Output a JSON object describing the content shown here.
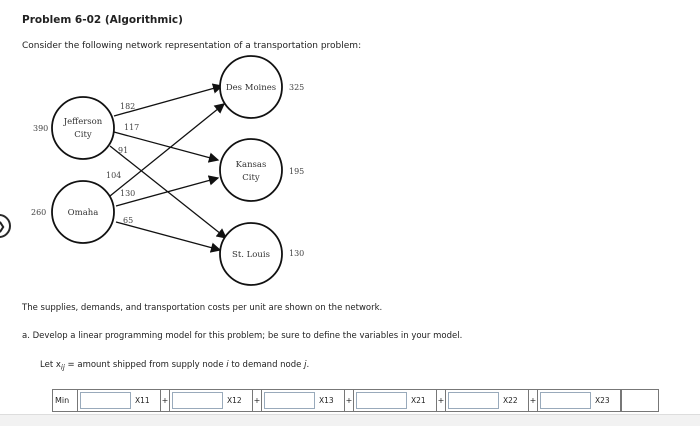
{
  "problem": {
    "title": "Problem 6-02 (Algorithmic)",
    "intro": "Consider the following network representation of a transportation problem:"
  },
  "network": {
    "sources": [
      {
        "name_line1": "Jefferson",
        "name_line2": "City",
        "supply": "390"
      },
      {
        "name_line1": "Omaha",
        "name_line2": "",
        "supply": "260"
      }
    ],
    "destinations": [
      {
        "name_line1": "Des Moines",
        "name_line2": "",
        "demand": "325"
      },
      {
        "name_line1": "Kansas",
        "name_line2": "City",
        "demand": "195"
      },
      {
        "name_line1": "St. Louis",
        "name_line2": "",
        "demand": "130"
      }
    ],
    "costs": {
      "c11": "182",
      "c12": "117",
      "c13": "91",
      "c21": "104",
      "c22": "130",
      "c23": "65"
    }
  },
  "text": {
    "supplies": "The supplies, demands, and transportation costs per unit are shown on the network.",
    "question_a": "a.  Develop a linear programming model for this problem; be sure to define the variables in your model.",
    "let_prefix": "Let x",
    "let_sub": "ij",
    "let_mid": " = amount shipped from supply node ",
    "let_i": "i",
    "let_mid2": " to demand node ",
    "let_j": "j",
    "let_end": "."
  },
  "model": {
    "objective_label": "Min",
    "coefficients": [
      "",
      "",
      "",
      "",
      "",
      ""
    ],
    "variables": [
      "X11",
      "X12",
      "X13",
      "X21",
      "X22",
      "X23"
    ],
    "plus": "+"
  }
}
